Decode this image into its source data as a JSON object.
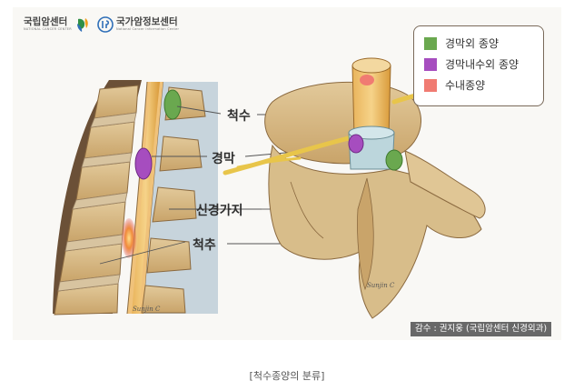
{
  "logos": {
    "cancer_center": {
      "name": "국립암센터",
      "sub": "NATIONAL CANCER CENTER"
    },
    "info_center": {
      "name": "국가암정보센터",
      "sub": "National Cancer Information Center"
    }
  },
  "legend": [
    {
      "label": "경막외 종양",
      "color": "#6aa84f"
    },
    {
      "label": "경막내수외 종양",
      "color": "#a64dbf"
    },
    {
      "label": "수내종양",
      "color": "#f07b72"
    }
  ],
  "callouts": {
    "spinal_cord": "척수",
    "dura": "경막",
    "nerve_root": "신경가지",
    "vertebra": "척추"
  },
  "signature": "Sunjin C",
  "credit": "감수 : 권지웅 (국립암센터 신경외과)",
  "caption": "[척수종양의 분류]"
}
